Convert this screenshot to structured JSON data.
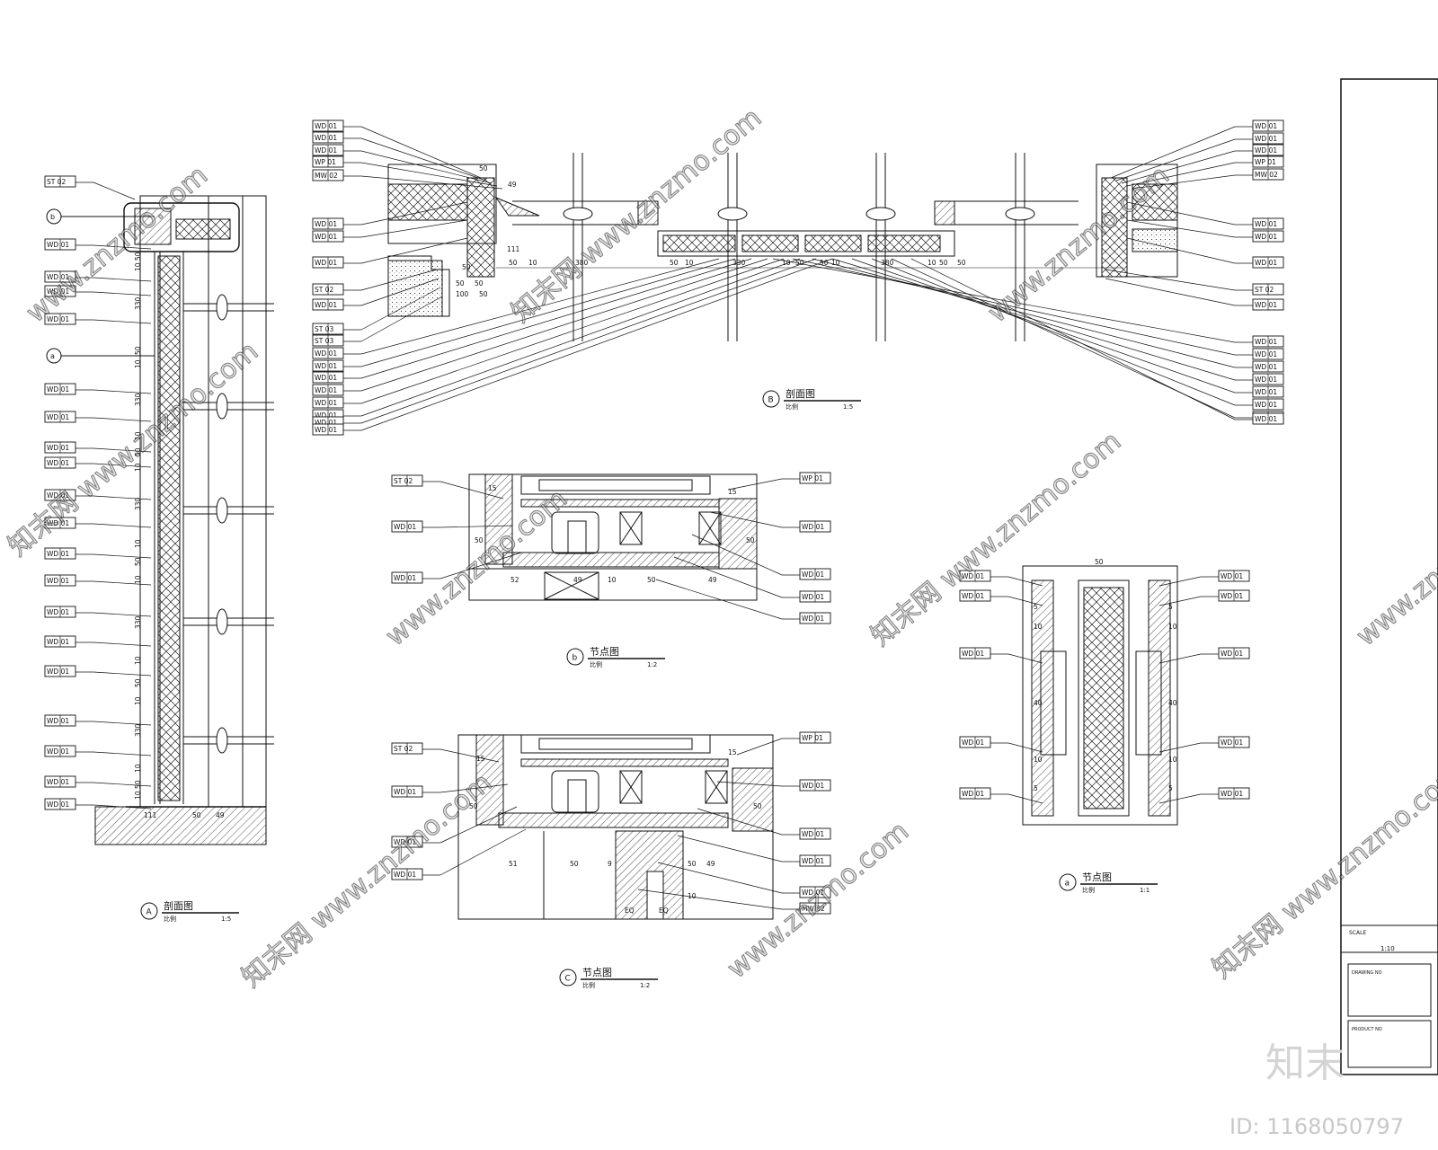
{
  "tags_A": [
    "ST 02",
    "WD 01",
    "WD 01",
    "WD 01",
    "WD 01",
    "WD 01",
    "WD 01",
    "WD 01",
    "WD 01",
    "WD 01",
    "WD 01",
    "WD 01",
    "WD 01",
    "WD 01",
    "WD 01",
    "WD 01",
    "WD 01",
    "WD 01",
    "WD 01",
    "WD 01"
  ],
  "tags_B_left": [
    "WD 01",
    "WD 01",
    "WD 01",
    "WP 01",
    "MW 02",
    "WD 01",
    "WD 01",
    "WD 01",
    "ST 02",
    "WD 01",
    "ST 03",
    "ST 03",
    "WD 01",
    "WD 01",
    "WD 01",
    "WD 01",
    "WD 01",
    "WD 01",
    "WD 01",
    "WD 01"
  ],
  "tags_B_right": [
    "WD 01",
    "WD 01",
    "WD 01",
    "WP 01",
    "MW 02",
    "WD 01",
    "WD 01",
    "WD 01",
    "ST 02",
    "WD 01",
    "WD 01",
    "WD 01",
    "WD 01",
    "WD 01",
    "WD 01",
    "WD 01",
    "WD 01",
    "WD 01"
  ],
  "tags_b": {
    "left": [
      "ST 02",
      "WD 01",
      "WD 01"
    ],
    "right": [
      "WP 01",
      "WD 01",
      "WD 01",
      "WD 01",
      "WD 01"
    ]
  },
  "tags_c": {
    "left": [
      "ST 02",
      "WD 01",
      "WD 01",
      "WD 01"
    ],
    "right": [
      "WP 01",
      "WD 01",
      "WD 01",
      "WD 01",
      "WD 01",
      "MW 02"
    ]
  },
  "tags_a": {
    "left": [
      "WD 01",
      "WD 01",
      "WD 01",
      "WD 01",
      "WD 01"
    ],
    "right": [
      "WD 01",
      "WD 01",
      "WD 01",
      "WD 01",
      "WD 01"
    ]
  },
  "dims": {
    "A_vertical": [
      "50",
      "10",
      "330",
      "50",
      "10",
      "330",
      "10",
      "50",
      "10",
      "330",
      "10",
      "50",
      "10",
      "330",
      "10",
      "50",
      "10",
      "330",
      "10",
      "50",
      "10"
    ],
    "A_bottom": [
      "111",
      "50",
      "49"
    ],
    "B_top": [
      "50",
      "49",
      "50",
      "111",
      "50",
      "50",
      "100",
      "50"
    ],
    "B_bottom": [
      "50",
      "10",
      "380",
      "50",
      "10",
      "330",
      "10",
      "50",
      "50",
      "10",
      "380",
      "10",
      "50",
      "50"
    ],
    "b": [
      "15",
      "15",
      "50",
      "50",
      "52",
      "49",
      "10",
      "50",
      "49"
    ],
    "c": [
      "15",
      "15",
      "50",
      "50",
      "51",
      "50",
      "9",
      "50",
      "49",
      "10",
      "EQ",
      "EQ"
    ],
    "a": [
      "50",
      "5",
      "10",
      "40",
      "10",
      "5",
      "5",
      "10",
      "40",
      "10",
      "5"
    ]
  },
  "views": {
    "A": {
      "mark": "A",
      "title": "剖面图",
      "scale_label": "比例",
      "scale": "1:5"
    },
    "B": {
      "mark": "B",
      "title": "剖面图",
      "scale_label": "比例",
      "scale": "1:5"
    },
    "b": {
      "mark": "b",
      "title": "节点图",
      "scale_label": "比例",
      "scale": "1:2"
    },
    "c": {
      "mark": "C",
      "title": "节点图",
      "scale_label": "比例",
      "scale": "1:2"
    },
    "a": {
      "mark": "a",
      "title": "节点图",
      "scale_label": "比例",
      "scale": "1:1"
    }
  },
  "markers": [
    "b",
    "a"
  ],
  "title_block": {
    "scale_label": "SCALE",
    "scale_value": "1:10",
    "drawing_no_label": "DRAWING NO",
    "product_no_label": "PRODUCT NO"
  },
  "watermark": {
    "text": "www.znzmo.com",
    "cn": "知末网",
    "logo": "知末",
    "id": "ID: 1168050797"
  }
}
